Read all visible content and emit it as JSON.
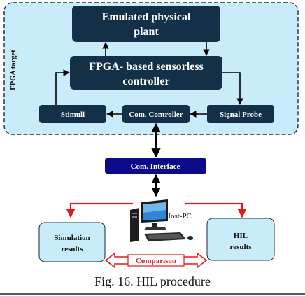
{
  "figure": {
    "target_label": "FPGA target",
    "plant_label_1": "Emulated physical",
    "plant_label_2": "plant",
    "controller_label_1": "FPGA- based sensorless",
    "controller_label_2": "controller",
    "stimuli_label": "Stimuli",
    "com_controller_label": "Com. Controller",
    "signal_probe_label": "Signal Probe",
    "com_interface_label": "Com. Interface",
    "host_pc_label": "Host-PC",
    "simulation_label_1": "Simulation",
    "simulation_label_2": "results",
    "hil_label_1": "HIL",
    "hil_label_2": "results",
    "comparison_label": "Comparison",
    "caption": "Fig. 16. HIL procedure"
  },
  "colors": {
    "target_fill": "#c9ecfb",
    "dark_block": "#123047",
    "interface_fill": "#0b0b86",
    "result_fill": "#c9ecfb",
    "red_arrow": "#e11b1b"
  }
}
